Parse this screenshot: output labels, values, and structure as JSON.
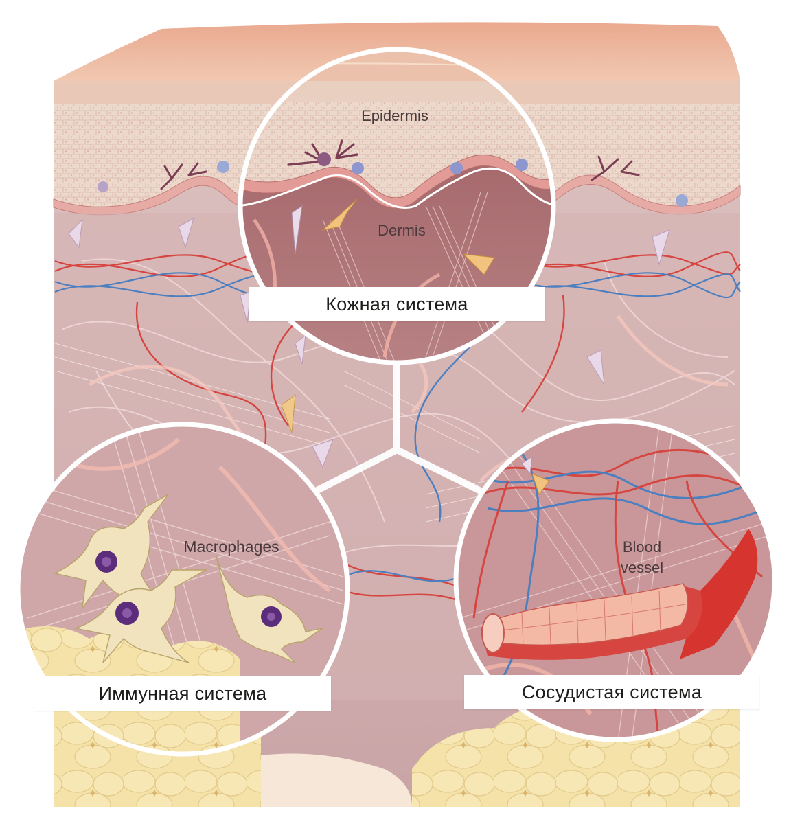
{
  "diagram": {
    "zoom_skin": {
      "labels": {
        "epidermis": "Epidermis",
        "dermis": "Dermis"
      },
      "caption": "Кожная система"
    },
    "zoom_immune": {
      "labels": {
        "macrophages": "Macrophages"
      },
      "caption": "Иммунная система"
    },
    "zoom_vascular": {
      "labels": {
        "blood_vessel_line1": "Blood",
        "blood_vessel_line2": "vessel"
      },
      "caption": "Сосудистая система"
    }
  },
  "colors": {
    "skin_surface": "#eab39a",
    "epidermis": "#ead3c4",
    "dermis": "#d9b3b1",
    "dermis_deep": "#a86e70",
    "fat": "#f3dfa2",
    "artery": "#d6453f",
    "vein": "#4b7fc0",
    "macrophage": "#f1e3bd",
    "nucleus": "#5c2d7a"
  }
}
